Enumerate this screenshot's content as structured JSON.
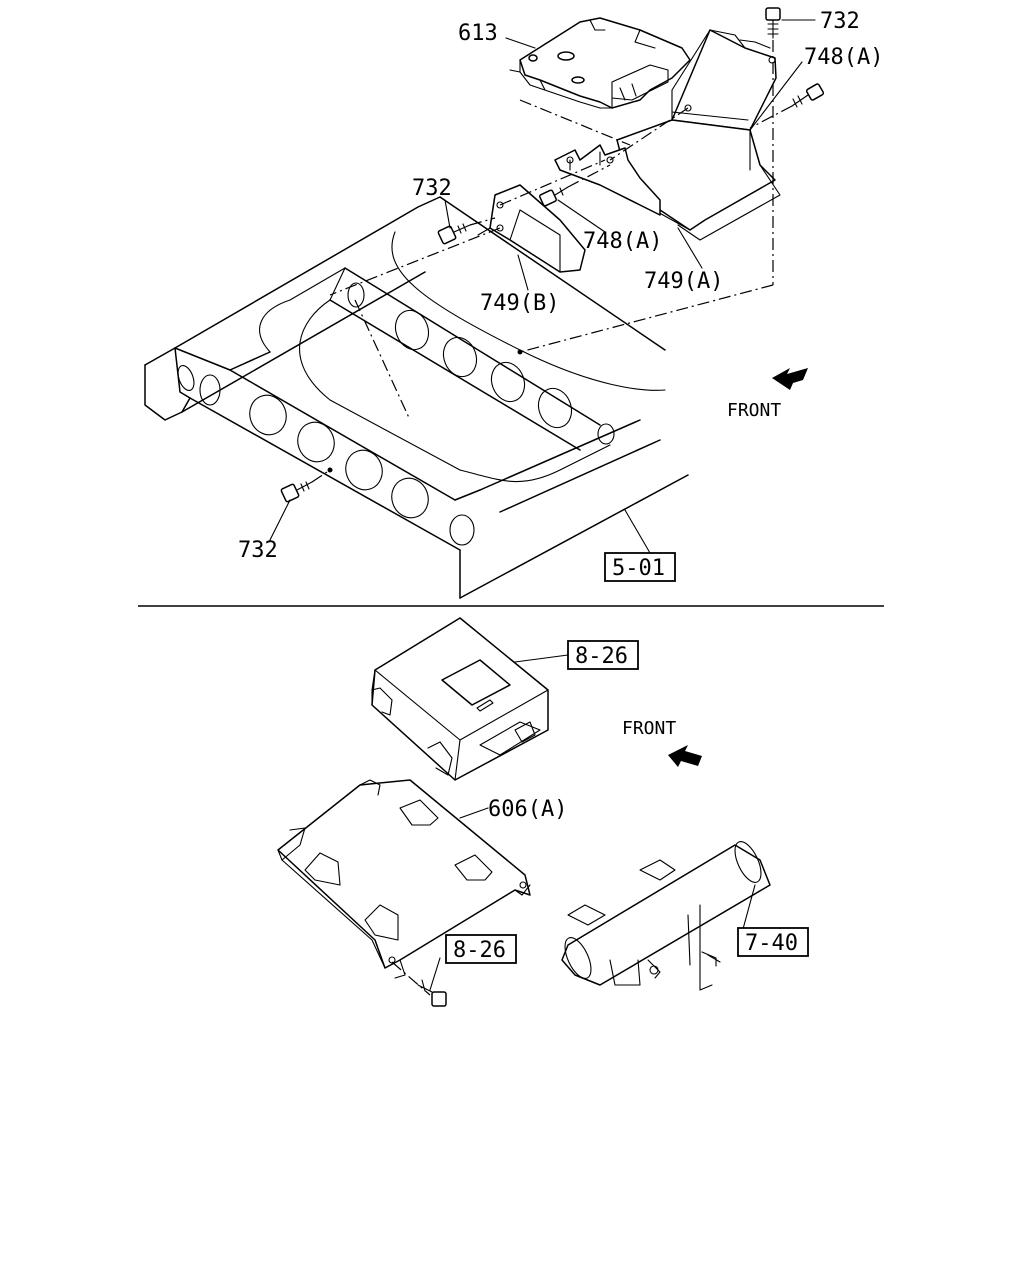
{
  "top_view": {
    "labels": {
      "ecm": "613",
      "bolt_top_right": "732",
      "bolt_top_right_b": "748(A)",
      "bolt_left": "732",
      "bolt_mid": "748(A)",
      "bracket_a": "749(A)",
      "bracket_b": "749(B)",
      "bolt_bottom": "732"
    },
    "front_label": "FRONT",
    "ref_box": "5-01"
  },
  "bottom_view": {
    "labels": {
      "bracket": "606(A)"
    },
    "ref_boxes": {
      "module": "8-26",
      "bolt": "8-26",
      "frame": "7-40"
    },
    "front_label": "FRONT"
  }
}
